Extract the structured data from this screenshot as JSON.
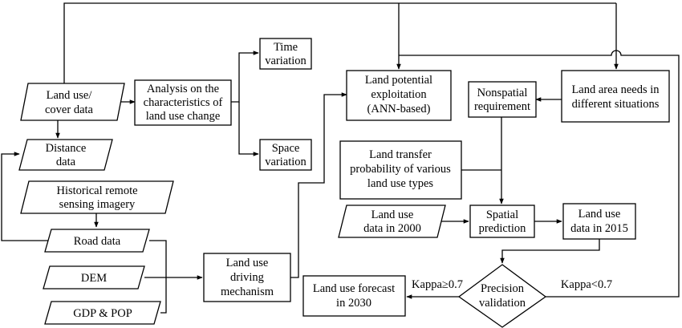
{
  "nodes": {
    "land_use_cover": [
      "Land use/",
      "cover data"
    ],
    "distance_data": [
      "Distance",
      "data"
    ],
    "historical_rs": [
      "Historical remote",
      "sensing imagery"
    ],
    "road_data": [
      "Road data"
    ],
    "dem": [
      "DEM"
    ],
    "gdp_pop": [
      "GDP & POP"
    ],
    "analysis": [
      "Analysis on the",
      "characteristics of",
      "land use change"
    ],
    "time_variation": [
      "Time",
      "variation"
    ],
    "space_variation": [
      "Space",
      "variation"
    ],
    "driving_mechanism": [
      "Land use",
      "driving",
      "mechanism"
    ],
    "potential_exploitation": [
      "Land potential",
      "exploitation",
      "(ANN-based)"
    ],
    "transfer_probability": [
      "Land transfer",
      "probability of various",
      "land use types"
    ],
    "nonspatial_requirement": [
      "Nonspatial",
      "requirement"
    ],
    "land_area_needs": [
      "Land area needs in",
      "different situations"
    ],
    "data_2000": [
      "Land use",
      "data in 2000"
    ],
    "spatial_prediction": [
      "Spatial",
      "prediction"
    ],
    "data_2015": [
      "Land use",
      "data in 2015"
    ],
    "precision_validation": [
      "Precision",
      "validation"
    ],
    "forecast_2030": [
      "Land use forecast",
      "in 2030"
    ]
  },
  "edge_labels": {
    "kappa_pass": "Kappa≥0.7",
    "kappa_fail": "Kappa<0.7"
  }
}
